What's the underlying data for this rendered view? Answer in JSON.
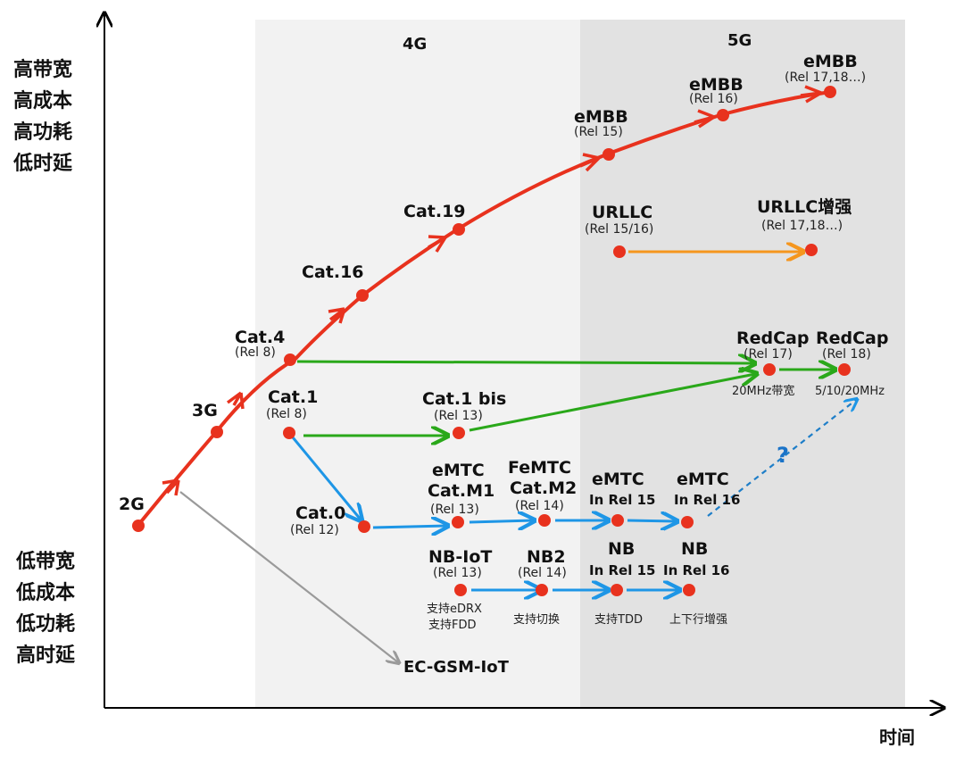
{
  "eras": {
    "g4": "4G",
    "g5": "5G"
  },
  "axis": {
    "y_top": [
      "高带宽",
      "高成本",
      "高功耗",
      "低时延"
    ],
    "y_bottom": [
      "低带宽",
      "低成本",
      "低功耗",
      "高时延"
    ],
    "x_label": "时间"
  },
  "labels": {
    "g2": "2G",
    "g3": "3G",
    "cat4": "Cat.4",
    "cat4_rel": "(Rel 8)",
    "cat16": "Cat.16",
    "cat19": "Cat.19",
    "embb15": "eMBB",
    "embb15_rel": "(Rel 15)",
    "embb16": "eMBB",
    "embb16_rel": "(Rel 16)",
    "embb17": "eMBB",
    "embb17_rel": "(Rel 17,18…)",
    "urllc": "URLLC",
    "urllc_rel": "(Rel 15/16)",
    "urllc_plus": "URLLC增强",
    "urllc_plus_rel": "(Rel 17,18…)",
    "redcap17": "RedCap",
    "redcap17_rel": "(Rel 17)",
    "redcap17_note": "20MHz带宽",
    "redcap18": "RedCap",
    "redcap18_rel": "(Rel 18)",
    "redcap18_note": "5/10/20MHz",
    "cat1": "Cat.1",
    "cat1_rel": "(Rel 8)",
    "cat1bis": "Cat.1 bis",
    "cat1bis_rel": "(Rel 13)",
    "emtc_l1": "eMTC",
    "emtc_l2": "Cat.M1",
    "emtc_rel": "(Rel 13)",
    "femtc_l1": "FeMTC",
    "femtc_l2": "Cat.M2",
    "femtc_rel": "(Rel 14)",
    "emtc15_l1": "eMTC",
    "emtc15_l2": "In Rel 15",
    "emtc16_l1": "eMTC",
    "emtc16_l2": "In Rel 16",
    "question": "?",
    "cat0": "Cat.0",
    "cat0_rel": "(Rel 12)",
    "nbiot": "NB-IoT",
    "nbiot_rel": "(Rel 13)",
    "nbiot_note1": "支持eDRX",
    "nbiot_note2": "支持FDD",
    "nb2": "NB2",
    "nb2_rel": "(Rel 14)",
    "nb2_note": "支持切换",
    "nb15_l1": "NB",
    "nb15_l2": "In Rel 15",
    "nb15_note": "支持TDD",
    "nb16_l1": "NB",
    "nb16_l2": "In Rel 16",
    "nb16_note": "上下行增强",
    "ecgsm": "EC-GSM-IoT"
  },
  "colors": {
    "lte_curve": "#e8321e",
    "node": "#e8321e",
    "green": "#2aa81a",
    "blue": "#1e96e6",
    "orange": "#f5961e",
    "gray": "#9a9a9a",
    "bg_4g": "#f2f2f2",
    "bg_5g": "#e2e2e2"
  }
}
